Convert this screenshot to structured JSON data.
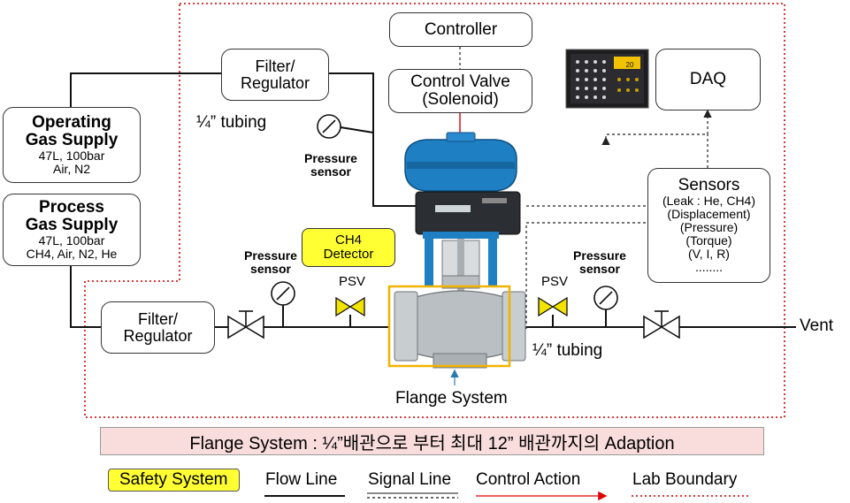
{
  "boxes": {
    "controller": "Controller",
    "control_valve": [
      "Control Valve",
      "(Solenoid)"
    ],
    "filter_top": [
      "Filter/",
      "Regulator"
    ],
    "filter_bottom": [
      "Filter/",
      "Regulator"
    ],
    "daq": "DAQ",
    "operating_gas": {
      "title": [
        "Operating",
        "Gas Supply"
      ],
      "details": [
        "47L, 100bar",
        "Air, N2"
      ]
    },
    "process_gas": {
      "title": [
        "Process",
        "Gas Supply"
      ],
      "details": [
        "47L, 100bar",
        "CH4, Air, N2, He"
      ]
    },
    "sensors": {
      "title": "Sensors",
      "items": [
        "(Leak : He, CH4)",
        "(Displacement)",
        "(Pressure)",
        "(Torque)",
        "(V, I, R)",
        "........"
      ]
    },
    "ch4_detector": [
      "CH4",
      "Detector"
    ]
  },
  "labels": {
    "tubing_top": "¼” tubing",
    "tubing_bottom": "¼” tubing",
    "pressure_sensor": [
      "Pressure",
      "sensor"
    ],
    "psv": "PSV",
    "vent": "Vent",
    "flange_system": "Flange System",
    "device_badge": "20"
  },
  "caption": "Flange System : ¼”배관으로 부터 최대 12” 배관까지의 Adaption",
  "legend": {
    "safety_system": "Safety System",
    "flow_line": "Flow Line",
    "signal_line": "Signal Line",
    "control_action": "Control Action",
    "lab_boundary": "Lab Boundary"
  },
  "colors": {
    "safety": "#ffff33",
    "control_action": "#e00000",
    "lab_boundary": "#d22020",
    "valve_body": "#1e7fc2",
    "flange_frame": "#f0b400",
    "caption_bg": "#f9dcdc"
  }
}
